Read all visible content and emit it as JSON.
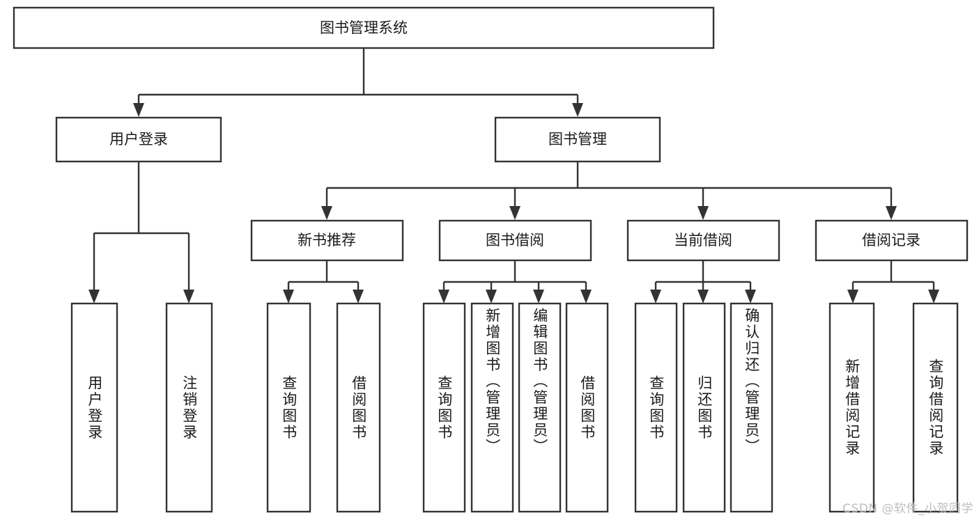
{
  "diagram": {
    "type": "tree-hierarchy",
    "title": "图书管理系统",
    "watermark": "CSDN @软件_小贺同学",
    "colors": {
      "box_stroke": "#333333",
      "box_fill": "#ffffff",
      "connector": "#333333",
      "text": "#1a1a1a",
      "background": "#ffffff",
      "watermark": "#bdbdbd"
    },
    "root": {
      "id": "root",
      "label": "图书管理系统",
      "orientation": "horizontal"
    },
    "level2": [
      {
        "id": "user-login",
        "label": "用户登录",
        "orientation": "horizontal"
      },
      {
        "id": "book-management",
        "label": "图书管理",
        "orientation": "horizontal"
      }
    ],
    "level3": [
      {
        "id": "new-book-recommend",
        "label": "新书推荐",
        "orientation": "horizontal",
        "parent": "book-management"
      },
      {
        "id": "book-borrow",
        "label": "图书借阅",
        "orientation": "horizontal",
        "parent": "book-management"
      },
      {
        "id": "current-borrow",
        "label": "当前借阅",
        "orientation": "horizontal",
        "parent": "book-management"
      },
      {
        "id": "borrow-record",
        "label": "借阅记录",
        "orientation": "horizontal",
        "parent": "book-management"
      }
    ],
    "leaves": [
      {
        "id": "leaf-user-login",
        "label": "用户登录",
        "orientation": "vertical",
        "parent": "user-login"
      },
      {
        "id": "leaf-logout-login",
        "label": "注销登录",
        "orientation": "vertical",
        "parent": "user-login"
      },
      {
        "id": "leaf-query-book-1",
        "label": "查询图书",
        "orientation": "vertical",
        "parent": "new-book-recommend"
      },
      {
        "id": "leaf-borrow-book-1",
        "label": "借阅图书",
        "orientation": "vertical",
        "parent": "new-book-recommend"
      },
      {
        "id": "leaf-query-book-2",
        "label": "查询图书",
        "orientation": "vertical",
        "parent": "book-borrow"
      },
      {
        "id": "leaf-add-book",
        "label": "新增图书（管理员）",
        "orientation": "vertical",
        "parent": "book-borrow"
      },
      {
        "id": "leaf-edit-book",
        "label": "编辑图书（管理员）",
        "orientation": "vertical",
        "parent": "book-borrow"
      },
      {
        "id": "leaf-borrow-book-2",
        "label": "借阅图书",
        "orientation": "vertical",
        "parent": "book-borrow"
      },
      {
        "id": "leaf-query-book-3",
        "label": "查询图书",
        "orientation": "vertical",
        "parent": "current-borrow"
      },
      {
        "id": "leaf-return-book",
        "label": "归还图书",
        "orientation": "vertical",
        "parent": "current-borrow"
      },
      {
        "id": "leaf-confirm-return",
        "label": "确认归还（管理员）",
        "orientation": "vertical",
        "parent": "current-borrow"
      },
      {
        "id": "leaf-add-borrow-record",
        "label": "新增借阅记录",
        "orientation": "vertical",
        "parent": "borrow-record"
      },
      {
        "id": "leaf-query-borrow-record",
        "label": "查询借阅记录",
        "orientation": "vertical",
        "parent": "borrow-record"
      }
    ]
  }
}
